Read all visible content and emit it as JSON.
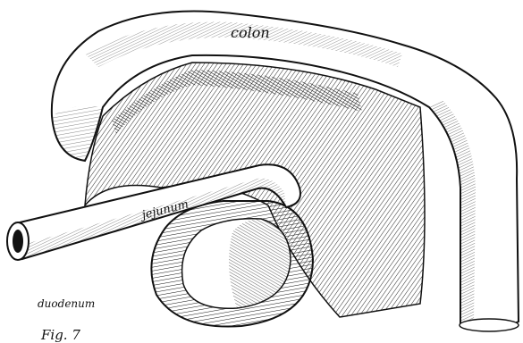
{
  "figure": {
    "caption": "Fig. 7",
    "labels": {
      "colon": "colon",
      "jejunum": "jejunum",
      "duodenum": "duodenum"
    }
  },
  "colors": {
    "ink": "#111111",
    "paper": "#ffffff"
  }
}
